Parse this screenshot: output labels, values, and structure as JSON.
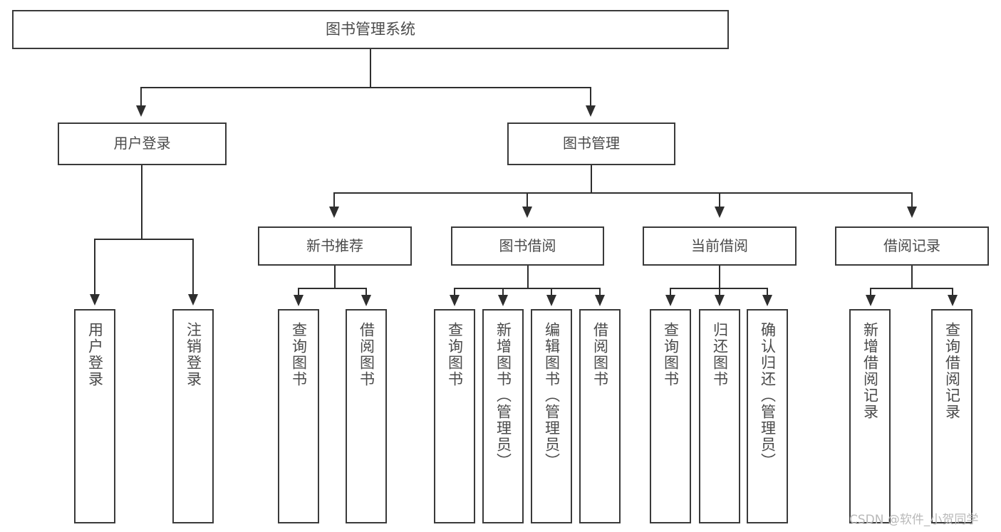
{
  "diagram": {
    "title": "图书管理系统",
    "type": "tree-hierarchy",
    "root": {
      "label": "图书管理系统"
    },
    "level2": [
      {
        "label": "用户登录"
      },
      {
        "label": "图书管理"
      }
    ],
    "level3": [
      {
        "label": "新书推荐"
      },
      {
        "label": "图书借阅"
      },
      {
        "label": "当前借阅"
      },
      {
        "label": "借阅记录"
      }
    ],
    "leaves": {
      "user_login": [
        {
          "label": "用户登录"
        },
        {
          "label": "注销登录"
        }
      ],
      "new_book_recommend": [
        {
          "label": "查询图书"
        },
        {
          "label": "借阅图书"
        }
      ],
      "book_borrow": [
        {
          "label": "查询图书"
        },
        {
          "label": "新增图书（管理员）"
        },
        {
          "label": "编辑图书（管理员）"
        },
        {
          "label": "借阅图书"
        }
      ],
      "current_borrow": [
        {
          "label": "查询图书"
        },
        {
          "label": "归还图书"
        },
        {
          "label": "确认归还（管理员）"
        }
      ],
      "borrow_record": [
        {
          "label": "新增借阅记录"
        },
        {
          "label": "查询借阅记录"
        }
      ]
    }
  },
  "watermark": {
    "text": "CSDN @软件_小贺同学"
  },
  "colors": {
    "box_border": "#3a3a3a",
    "connector": "#2e2e2e",
    "text": "#4a4a4a",
    "background": "#ffffff",
    "watermark": "#b9b9b9"
  }
}
